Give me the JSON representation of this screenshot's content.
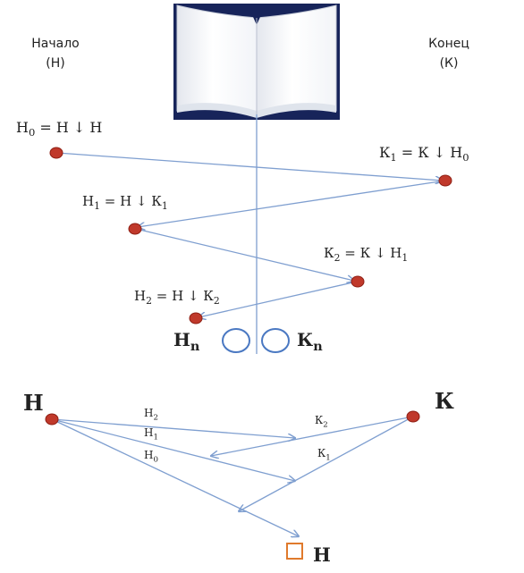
{
  "header": {
    "start_title": "Начало",
    "start_short": "(Н)",
    "end_title": "Конец",
    "end_short": "(К)"
  },
  "upper": {
    "n0": {
      "base": "Н",
      "sub": "0",
      "rhs": " = Н ↓ Н"
    },
    "k1": {
      "base": "К",
      "sub": "1",
      "rhs": " = К ↓ Н",
      "rhs_sub": "0"
    },
    "n1": {
      "base": "Н",
      "sub": "1",
      "rhs": " = Н ↓ К",
      "rhs_sub": "1"
    },
    "k2": {
      "base": "К",
      "sub": "2",
      "rhs": " = К ↓ Н",
      "rhs_sub": "1"
    },
    "n2": {
      "base": "Н",
      "sub": "2",
      "rhs": " = Н ↓ К",
      "rhs_sub": "2"
    },
    "nn": {
      "base": "Н",
      "sub": "n"
    },
    "kn": {
      "base": "К",
      "sub": "n"
    }
  },
  "lower": {
    "start": "Н",
    "end": "К",
    "result": "Н",
    "edges": {
      "h2": {
        "base": "Н",
        "sub": "2"
      },
      "h1": {
        "base": "Н",
        "sub": "1"
      },
      "h0": {
        "base": "Н",
        "sub": "0"
      },
      "k2": {
        "base": "К",
        "sub": "2"
      },
      "k1": {
        "base": "К",
        "sub": "1"
      }
    }
  },
  "colors": {
    "point": "#c0392b",
    "point_stroke": "#8e1f14",
    "arrow": "#7f9fd0",
    "circle": "#4a78c2",
    "result_box": "#e07a2c",
    "book_cover": "#17245a"
  }
}
